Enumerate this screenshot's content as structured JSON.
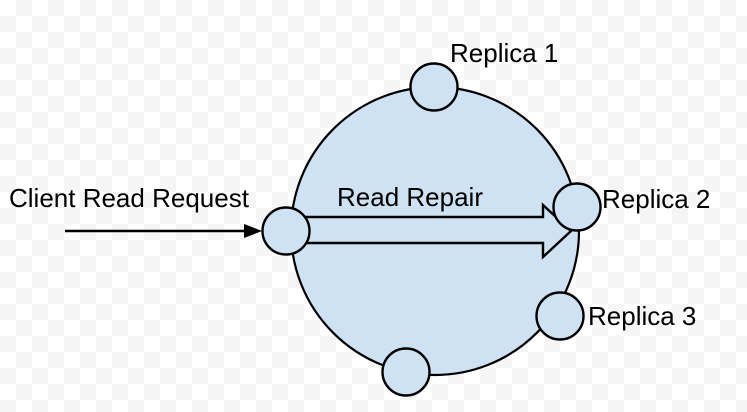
{
  "canvas": {
    "checker_light": "#ffffff",
    "checker_dark": "#f5f5f5"
  },
  "diagram": {
    "type": "ring-topology-read-repair",
    "shape_fill": "#cfe2f3",
    "shape_stroke": "#000000",
    "text_color": "#000000",
    "labels": {
      "client_request": "Client Read Request",
      "read_repair": "Read Repair"
    },
    "nodes": [
      {
        "id": "replica-1",
        "label": "Replica 1",
        "position": "top"
      },
      {
        "id": "replica-2",
        "label": "Replica 2",
        "position": "right"
      },
      {
        "id": "replica-3",
        "label": "Replica 3",
        "position": "bottom-right"
      },
      {
        "id": "node-bottom",
        "label": "",
        "position": "bottom"
      },
      {
        "id": "node-left",
        "label": "",
        "position": "left"
      }
    ]
  }
}
